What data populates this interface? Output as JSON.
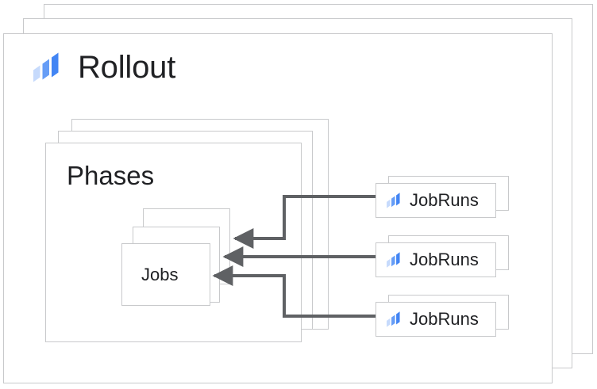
{
  "diagram": {
    "rollout": {
      "title": "Rollout",
      "icon": "rollout-logo-icon",
      "stack_count": 3
    },
    "phases": {
      "title": "Phases",
      "stack_count": 3
    },
    "jobs": {
      "title": "Jobs",
      "stack_count": 3
    },
    "jobruns": [
      {
        "label": "JobRuns",
        "icon": "rollout-logo-icon"
      },
      {
        "label": "JobRuns",
        "icon": "rollout-logo-icon"
      },
      {
        "label": "JobRuns",
        "icon": "rollout-logo-icon"
      }
    ],
    "connectors": [
      {
        "from": "jobruns-1",
        "to": "jobs",
        "direction": "left"
      },
      {
        "from": "jobruns-2",
        "to": "jobs",
        "direction": "left"
      },
      {
        "from": "jobruns-3",
        "to": "jobs",
        "direction": "left"
      }
    ]
  },
  "colors": {
    "card_border": "#c8c9cb",
    "card_fill": "#ffffff",
    "text": "#202124",
    "arrow": "#5f6164",
    "logo_dark_blue": "#4285f4",
    "logo_mid_blue": "#669df6",
    "logo_light_blue": "#c6dafc",
    "background": "#ffffff"
  }
}
